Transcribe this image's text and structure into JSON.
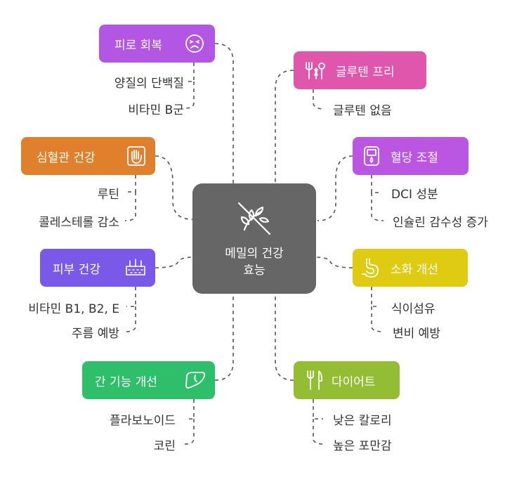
{
  "center": {
    "title": "메밀의 건강\n효능"
  },
  "colors": {
    "center": "#666666",
    "purple": "#b256e3",
    "pink": "#e156ad",
    "orange": "#e0802d",
    "magenta": "#bb56e3",
    "indigo": "#7a58e8",
    "yellow": "#dfcb12",
    "green": "#2fbf6b",
    "lime": "#93bd33",
    "line": "#555555"
  },
  "nodes": {
    "fatigue": {
      "label": "피로 회복",
      "icon": "tired-face-icon",
      "items": [
        "양질의 단백질",
        "비타민 B군"
      ]
    },
    "gluten": {
      "label": "글루텐 프리",
      "icon": "wheat-tools-icon",
      "items": [
        "글루텐 없음"
      ]
    },
    "cardio": {
      "label": "심혈관 건강",
      "icon": "hand-icon",
      "items": [
        "루틴",
        "콜레스테롤 감소"
      ]
    },
    "sugar": {
      "label": "혈당 조절",
      "icon": "glucose-meter-icon",
      "items": [
        "DCI 성분",
        "인슐린 감수성 증가"
      ]
    },
    "skin": {
      "label": "피부 건강",
      "icon": "skin-layers-icon",
      "items": [
        "비타민 B1, B2, E",
        "주름 예방"
      ]
    },
    "digest": {
      "label": "소화 개선",
      "icon": "stomach-icon",
      "items": [
        "식이섬유",
        "변비 예방"
      ]
    },
    "liver": {
      "label": "간 기능 개선",
      "icon": "liver-icon",
      "items": [
        "플라보노이드",
        "코린"
      ]
    },
    "diet": {
      "label": "다이어트",
      "icon": "fork-knife-icon",
      "items": [
        "낮은 칼로리",
        "높은 포만감"
      ]
    }
  }
}
